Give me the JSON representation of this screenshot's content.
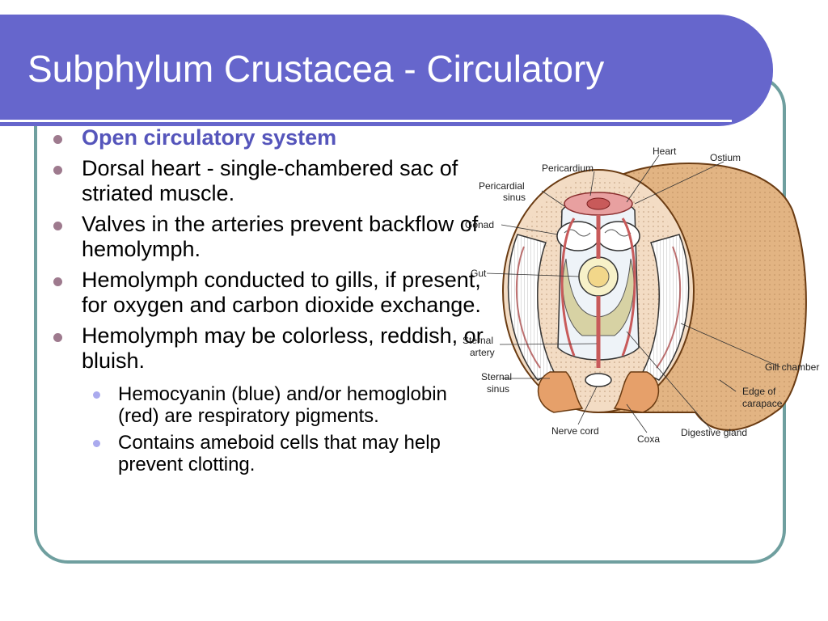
{
  "slide": {
    "title": "Subphylum Crustacea - Circulatory",
    "bullets": [
      "Open circulatory system",
      "Dorsal heart - single-chambered sac of striated muscle.",
      "Valves in the arteries prevent backflow of hemolymph.",
      "Hemolymph conducted to gills, if present, for oxygen and carbon dioxide exchange.",
      "Hemolymph may be colorless, reddish, or bluish."
    ],
    "sub_bullets": [
      "Hemocyanin (blue) and/or hemoglobin (red) are respiratory pigments.",
      "Contains ameboid cells that may help prevent clotting."
    ]
  },
  "diagram": {
    "labels": {
      "heart": "Heart",
      "ostium": "Ostium",
      "pericardium": "Pericardium",
      "pericardial_sinus_1": "Pericardial",
      "pericardial_sinus_2": "sinus",
      "gonad": "Gonad",
      "gut": "Gut",
      "sternal_artery_1": "Sternal",
      "sternal_artery_2": "artery",
      "sternal_sinus_1": "Sternal",
      "sternal_sinus_2": "sinus",
      "gill_chamber": "Gill chamber",
      "edge_carapace_1": "Edge of",
      "edge_carapace_2": "carapace",
      "nerve_cord": "Nerve cord",
      "coxa": "Coxa",
      "digestive_gland": "Digestive gland"
    }
  },
  "colors": {
    "title_bar": "#6666cc",
    "frame": "#6f9f9f",
    "bullet": "#9e7a8e",
    "sub_bullet": "#aaaaee",
    "highlight_text": "#5555bb"
  }
}
